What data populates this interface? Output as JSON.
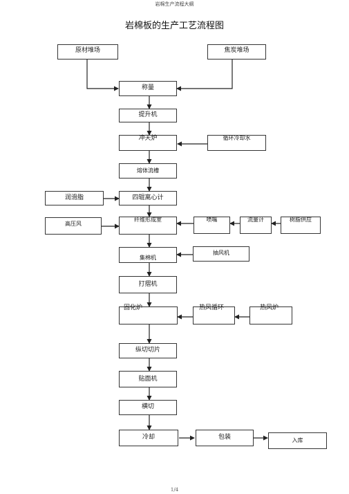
{
  "header": "岩棉生产流程大纲",
  "title": "岩棉板的生产工艺流程图",
  "footer": "1/4",
  "nodes": {
    "raw_storage": "原材堆场",
    "coke_storage": "焦炭堆场",
    "weighing": "称量",
    "hoist": "提升机",
    "cupola": "冲天炉",
    "cooling_water": "循环冷却水",
    "melt_trough": "熔体流槽",
    "lubricant": "润滑脂",
    "spinner": "四辊离心计",
    "hp_air": "高压风",
    "fiber_forming": "纤维形成室",
    "nozzle": "喷嘴",
    "flowmeter": "流量计",
    "resin_supply": "树脂供应",
    "exhaust_fan": "抽风机",
    "collector": "集棉机",
    "pendulum": "打摺机",
    "curing_oven": "固化炉",
    "hot_air_circ": "热风循环",
    "hot_air_furnace": "热风炉",
    "slitting": "纵切切片",
    "laminating": "贴面机",
    "cross_cut": "横切",
    "cooling": "冷却",
    "packing": "包装",
    "warehouse": "入库"
  }
}
